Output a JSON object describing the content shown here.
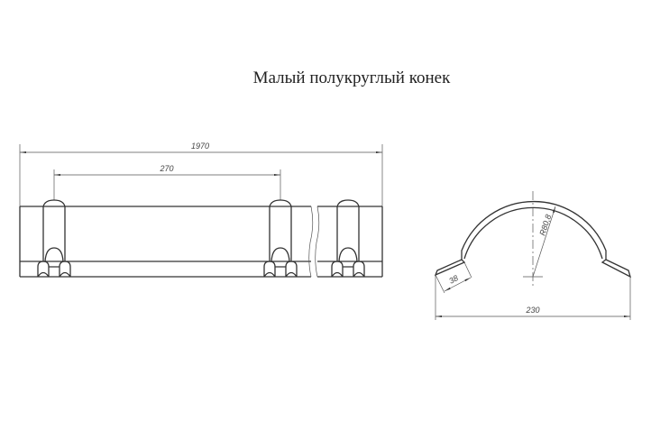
{
  "title": "Малый полукруглый конек",
  "side_view": {
    "overall_length": "1970",
    "rib_spacing": "270"
  },
  "profile_view": {
    "width": "230",
    "flange": "38",
    "radius": "R80,8"
  }
}
